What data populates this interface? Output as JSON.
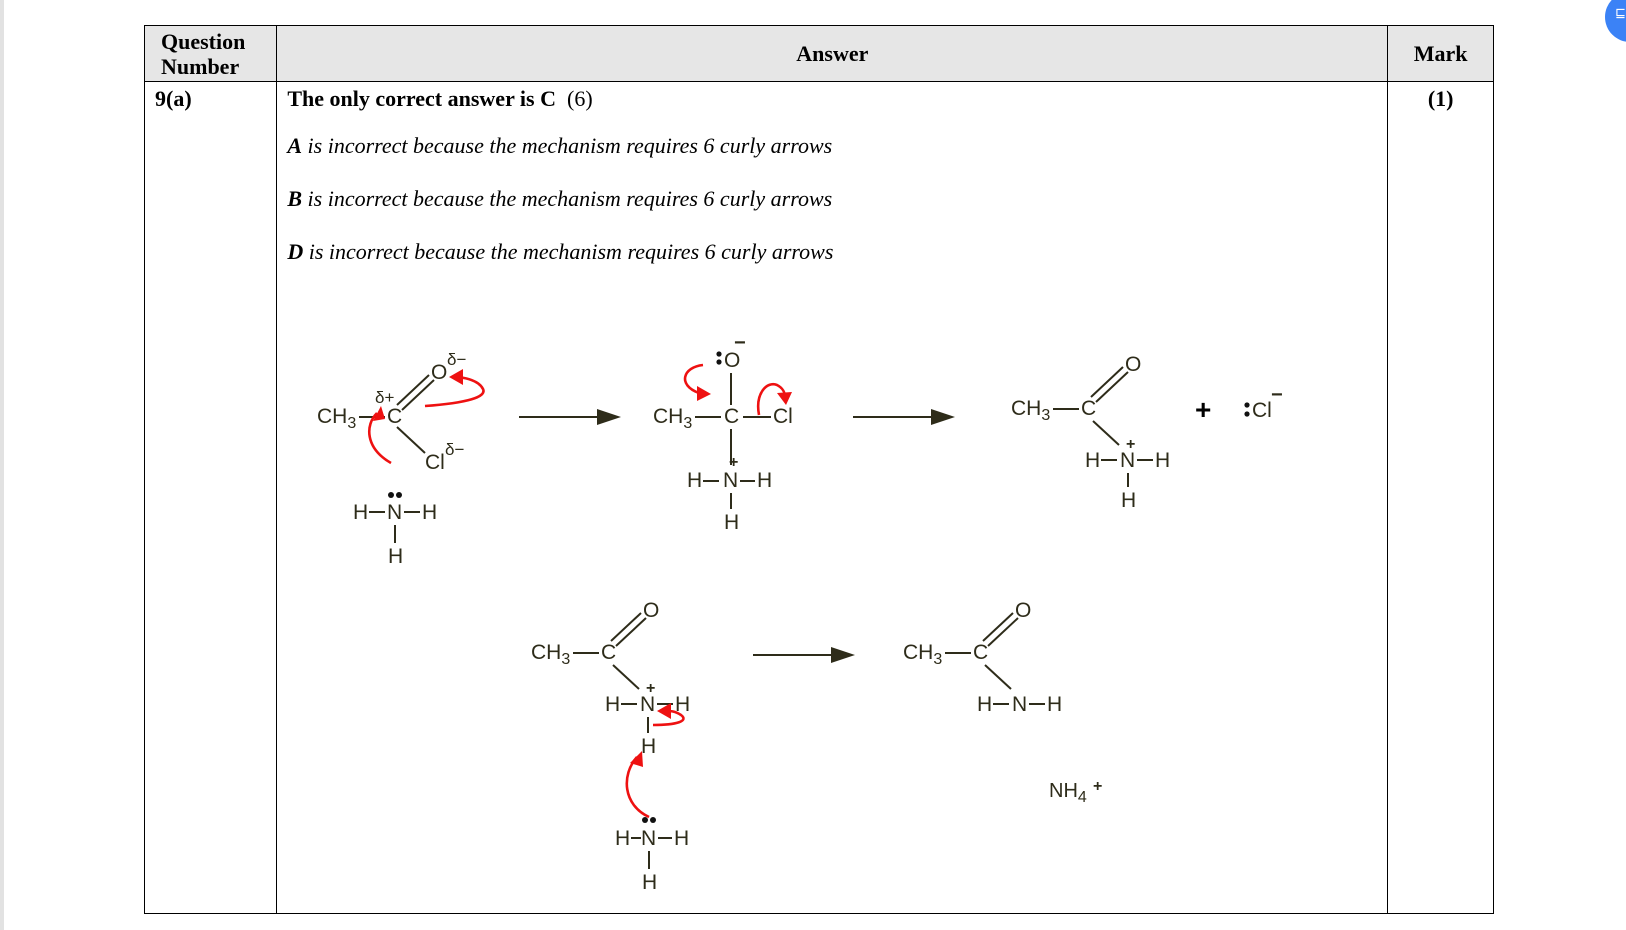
{
  "table": {
    "headers": {
      "question_number": "Question Number",
      "answer": "Answer",
      "mark": "Mark"
    },
    "row": {
      "question_number": "9(a)",
      "mark": "(1)",
      "lead_bold": "The only correct answer is C",
      "lead_rest": "(6)",
      "reasons": [
        {
          "letter": "A",
          "text": "is incorrect because the mechanism requires 6 curly arrows"
        },
        {
          "letter": "B",
          "text": "is incorrect because the mechanism requires 6 curly arrows"
        },
        {
          "letter": "D",
          "text": "is incorrect because the mechanism requires 6 curly arrows"
        }
      ]
    }
  },
  "mechanism": {
    "step1_reactant": {
      "ch3": "CH3",
      "c": "C",
      "o": "O",
      "cl": "Cl",
      "delta_plus": "δ+",
      "delta_minus_o": "δ−",
      "delta_minus_cl": "δ−",
      "nucleophile": {
        "h_left": "H",
        "n": "N",
        "h_right": "H",
        "h_bottom": "H"
      }
    },
    "intermediate": {
      "ch3": "CH3",
      "c": "C",
      "o": "O",
      "o_charge": "−",
      "cl": "Cl",
      "n": "N",
      "n_charge": "+",
      "h_left": "H",
      "h_right": "H",
      "h_bottom": "H"
    },
    "step2_product": {
      "ch3": "CH3",
      "c": "C",
      "o": "O",
      "n": "N",
      "n_charge": "+",
      "h_left": "H",
      "h_right": "H",
      "h_bottom": "H",
      "plus": "+",
      "chloride": "Cl",
      "chloride_charge": "−"
    },
    "step3_reactant": {
      "ch3": "CH3",
      "c": "C",
      "o": "O",
      "n": "N",
      "n_charge": "+",
      "h_left": "H",
      "h_right": "H",
      "h_bottom": "H",
      "base": {
        "h_left": "H",
        "n": "N",
        "h_right": "H",
        "h_bottom": "H"
      }
    },
    "final_product": {
      "ch3": "CH3",
      "c": "C",
      "o": "O",
      "h_left": "H",
      "n": "N",
      "h_right": "H",
      "ammonium": "NH4",
      "ammonium_charge": "+"
    },
    "colors": {
      "curly_arrow": "#ee1111",
      "structure": "#2e2c1a"
    }
  },
  "corner_button": {
    "icon": "expand-icon",
    "label": "⊑"
  }
}
